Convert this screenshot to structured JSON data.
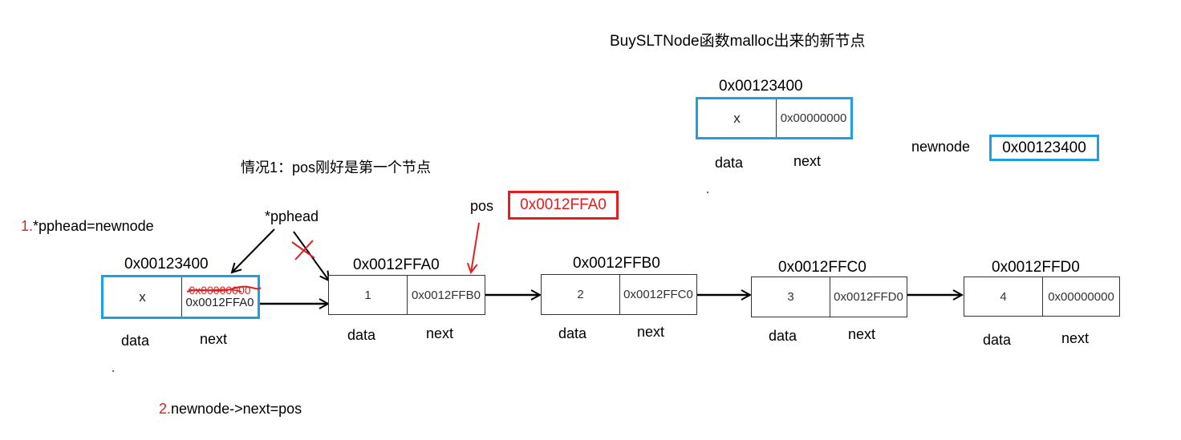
{
  "title_new_node": "BuySLTNode函数malloc出来的新节点",
  "case_label": "情况1：pos刚好是第一个节点",
  "step1": {
    "num": "1.",
    "text": "*pphead=newnode"
  },
  "step2": {
    "num": "2.",
    "text": "newnode->next=pos"
  },
  "pphead_label": "*pphead",
  "pos": {
    "label": "pos",
    "value": "0x0012FFA0"
  },
  "newnode": {
    "label": "newnode",
    "value": "0x00123400"
  },
  "template_node": {
    "addr": "0x00123400",
    "data": "x",
    "next": "0x00000000",
    "data_label": "data",
    "next_label": "next"
  },
  "inserted_node": {
    "addr": "0x00123400",
    "data": "x",
    "next_old": "0x00000000",
    "next_new": "0x0012FFA0",
    "data_label": "data",
    "next_label": "next"
  },
  "list_nodes": [
    {
      "addr": "0x0012FFA0",
      "data": "1",
      "next": "0x0012FFB0",
      "data_label": "data",
      "next_label": "next"
    },
    {
      "addr": "0x0012FFB0",
      "data": "2",
      "next": "0x0012FFC0",
      "data_label": "data",
      "next_label": "next"
    },
    {
      "addr": "0x0012FFC0",
      "data": "3",
      "next": "0x0012FFD0",
      "data_label": "data",
      "next_label": "next"
    },
    {
      "addr": "0x0012FFD0",
      "data": "4",
      "next": "0x00000000",
      "data_label": "data",
      "next_label": "next"
    }
  ],
  "colors": {
    "highlight_blue": "#1ea0e0",
    "annotation_red": "#e02020",
    "line": "#000000"
  }
}
